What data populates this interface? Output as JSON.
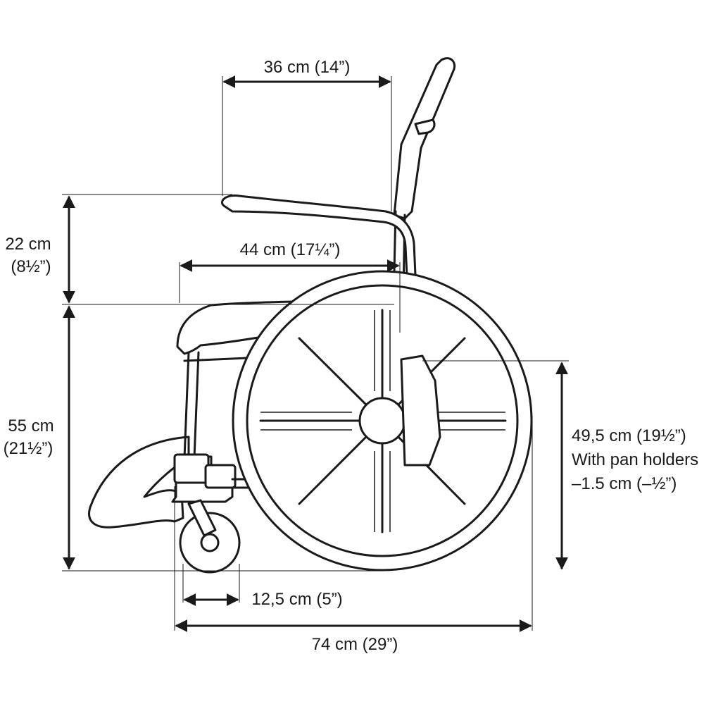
{
  "dimensions": {
    "armrest_width": "36 cm (14”)",
    "armrest_height_metric": "22 cm",
    "armrest_height_imperial": "(8½”)",
    "seat_depth": "44 cm (17¼”)",
    "seat_height_metric": "55 cm",
    "seat_height_imperial": "(21½”)",
    "wheel_height_line1": "49,5 cm (19½”)",
    "wheel_height_line2": "With pan holders",
    "wheel_height_line3": "–1.5 cm (–½”)",
    "caster_size": "12,5 cm (5”)",
    "overall_length": "74 cm (29”)"
  },
  "colors": {
    "line": "#1a1a1a",
    "background": "#ffffff"
  }
}
